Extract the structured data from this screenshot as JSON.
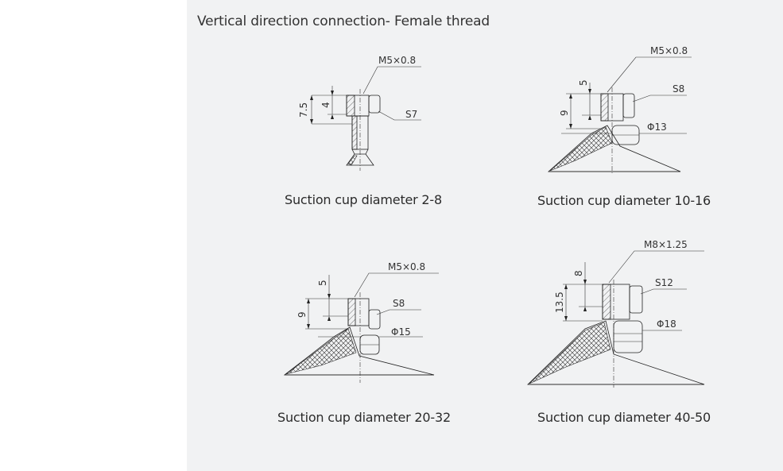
{
  "section_title": "Vertical direction connection- Female thread",
  "diagrams": [
    {
      "caption": "Suction cup diameter 2-8",
      "thread": "M5×0.8",
      "hex": "S7",
      "dim_total": "7.5",
      "dim_inner": "4"
    },
    {
      "caption": "Suction cup diameter 10-16",
      "thread": "M5×0.8",
      "hex": "S8",
      "diameter": "Φ13",
      "dim_total": "9",
      "dim_inner": "5"
    },
    {
      "caption": "Suction cup diameter 20-32",
      "thread": "M5×0.8",
      "hex": "S8",
      "diameter": "Φ15",
      "dim_total": "9",
      "dim_inner": "5"
    },
    {
      "caption": "Suction cup diameter 40-50",
      "thread": "M8×1.25",
      "hex": "S12",
      "diameter": "Φ18",
      "dim_total": "13.5",
      "dim_inner": "8"
    }
  ],
  "colors": {
    "panel": "#f1f2f3",
    "line": "#222222"
  }
}
